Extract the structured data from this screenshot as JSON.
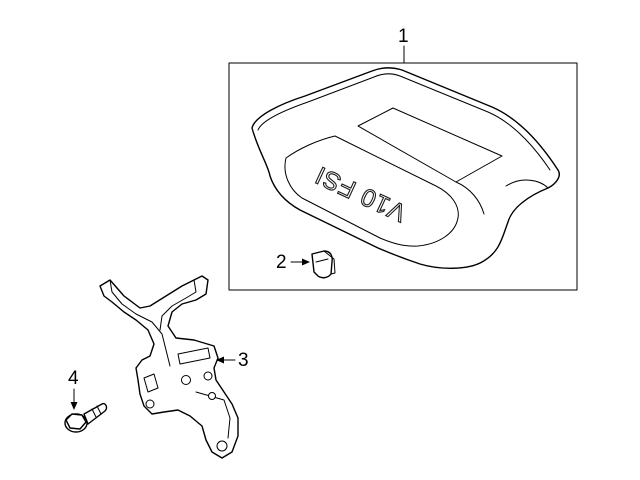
{
  "callouts": {
    "cover": "1",
    "clip": "2",
    "bracket": "3",
    "bolt": "4"
  },
  "cover_engraving": "V10 FSI",
  "colors": {
    "line": "#000000",
    "background": "#ffffff"
  }
}
